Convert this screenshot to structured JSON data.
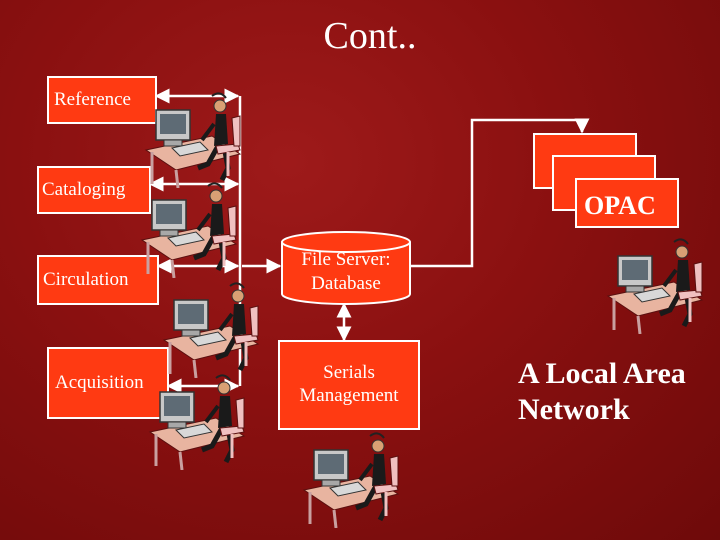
{
  "title": "Cont..",
  "modules": {
    "reference": "Reference",
    "cataloging": "Cataloging",
    "circulation": "Circulation",
    "acquisition": "Acquisition"
  },
  "file_server": {
    "line1": "File Server:",
    "line2": "Database"
  },
  "serials": {
    "line1": "Serials",
    "line2": "Management"
  },
  "opac": "OPAC",
  "network": {
    "line1": "A Local Area",
    "line2": "Network"
  },
  "colors": {
    "background": "#8a1010",
    "box_fill": "#ff3a12",
    "line": "#ffffff",
    "text": "#ffffff"
  },
  "icons": [
    "workstation-icon"
  ]
}
